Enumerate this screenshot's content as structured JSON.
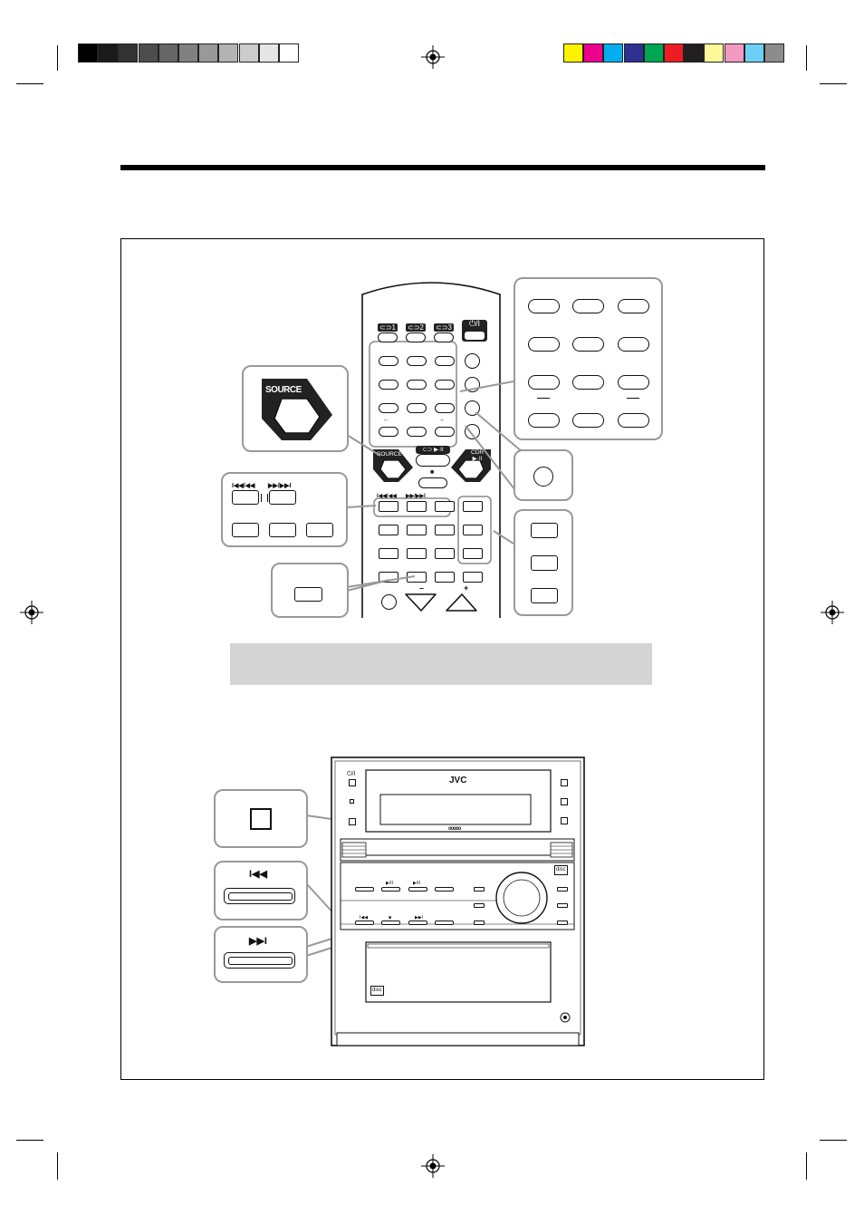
{
  "registration_bar": {
    "grayscale": [
      "#000000",
      "#1a1a1a",
      "#333333",
      "#4d4d4d",
      "#666666",
      "#808080",
      "#999999",
      "#b3b3b3",
      "#cccccc",
      "#e6e6e6",
      "#ffffff"
    ],
    "colors": [
      "#fff200",
      "#ec008c",
      "#00aeef",
      "#2e3192",
      "#00a651",
      "#ed1c24",
      "#231f20",
      "#fff799",
      "#f49ac1",
      "#6dcff6",
      "#8c8c8c"
    ]
  },
  "remote": {
    "cd_buttons": [
      "1",
      "2",
      "3"
    ],
    "power_label": "⏻/I",
    "source_label": "SOURCE",
    "cd_play_label": "▶·II",
    "cdr_label": "CDR",
    "cdr_play_label": "▶·II",
    "stop_label": "■",
    "skip_back_label": "I◀◀/◀◀",
    "skip_fwd_label": "▶▶/▶▶I",
    "minus_label": "–",
    "plus_label": "+"
  },
  "callouts": {
    "source_big_label": "SOURCE",
    "skip_back_label": "I◀◀/◀◀",
    "skip_fwd_label": "▶▶/▶▶I"
  },
  "unit": {
    "brand": "JVC",
    "power_label": "⏻/I",
    "sub_logo": "ooooo",
    "disc_logo": "disc",
    "play_label": "▶/II",
    "skip_back_label": "I◀◀",
    "stop_label": "■",
    "skip_fwd_label": "▶▶I"
  },
  "unit_callouts": {
    "rewind_label": "I◀◀",
    "forward_label": "▶▶I"
  }
}
